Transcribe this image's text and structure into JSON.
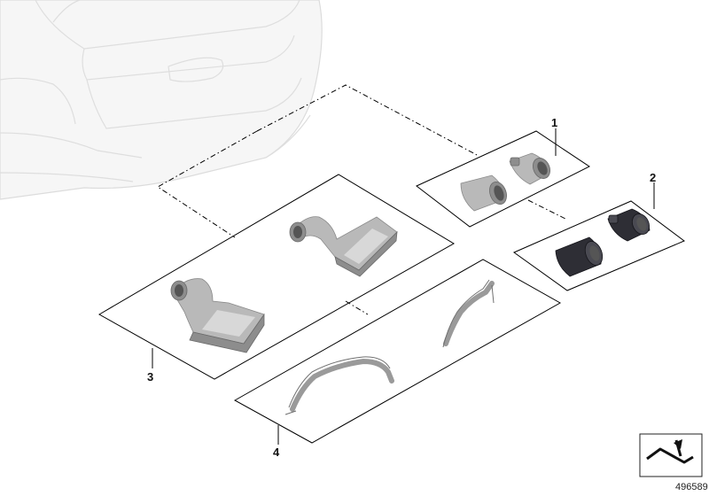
{
  "callouts": {
    "c1": "1",
    "c2": "2",
    "c3": "3",
    "c4": "4"
  },
  "document_number": "496589",
  "icons": {
    "navigation": "return-arrow-icon"
  }
}
